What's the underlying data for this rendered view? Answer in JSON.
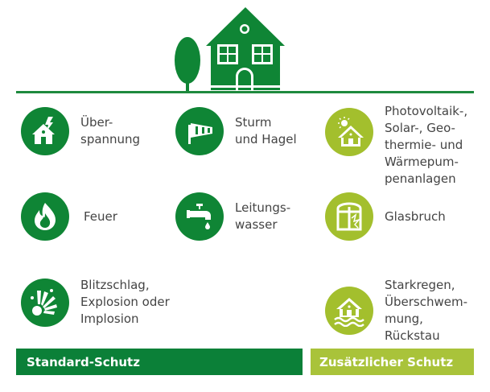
{
  "colors": {
    "standard_green": "#0f8535",
    "additional_green": "#a3bf2d",
    "text": "#444444"
  },
  "header": {
    "illustration": [
      "tree-icon",
      "house-icon"
    ]
  },
  "standard": {
    "items": [
      {
        "icon": "overvoltage-house-icon",
        "label": "Über-\nspannung"
      },
      {
        "icon": "windsock-icon",
        "label": "Sturm\nund Hagel"
      },
      {
        "icon": "fire-icon",
        "label": "Feuer"
      },
      {
        "icon": "water-tap-icon",
        "label": "Leitungs-\nwasser"
      },
      {
        "icon": "explosion-icon",
        "label": "Blitzschlag,\nExplosion oder\nImplosion"
      }
    ]
  },
  "additional": {
    "items": [
      {
        "icon": "solar-house-icon",
        "label": "Photovoltaik-,\nSolar-, Geo-\nthermie- und\nWärmepum-\npenanlagen"
      },
      {
        "icon": "broken-window-icon",
        "label": "Glasbruch"
      },
      {
        "icon": "flood-house-icon",
        "label": "Starkregen,\nÜberschwem-\nmung,\nRückstau"
      }
    ]
  },
  "legend": {
    "standard_label": "Standard-Schutz",
    "additional_label": "Zusätzlicher Schutz"
  }
}
